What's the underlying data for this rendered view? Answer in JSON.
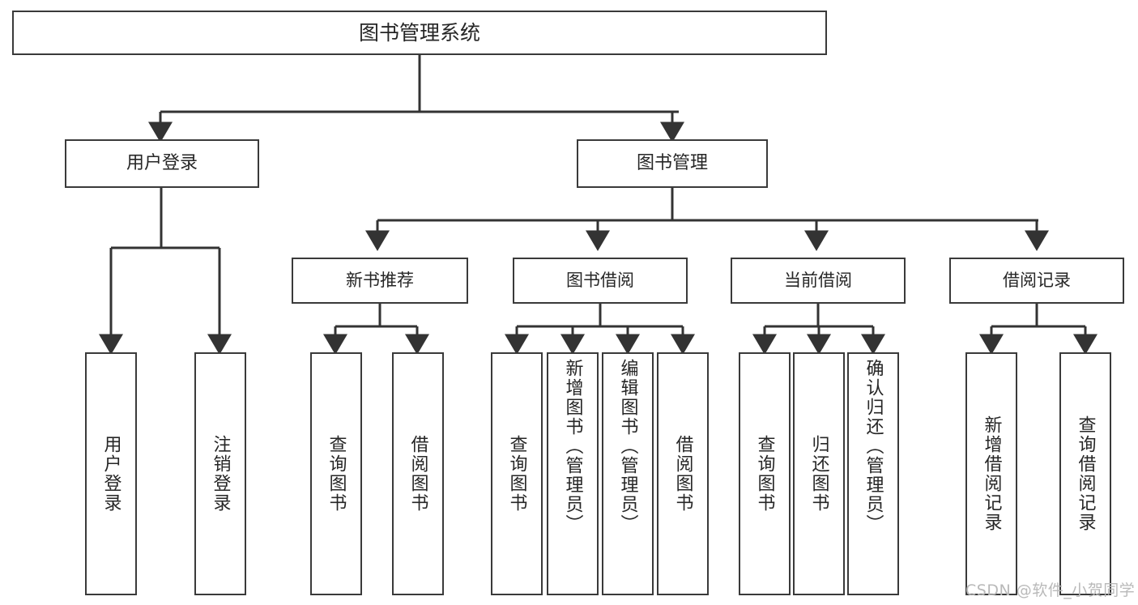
{
  "diagram": {
    "type": "hierarchy-tree",
    "title": "图书管理系统",
    "colors": {
      "background": "#ffffff",
      "box_border": "#3a3a3a",
      "connector": "#333333",
      "text": "#262626",
      "watermark": "#b9b9b9"
    },
    "root": {
      "label": "图书管理系统"
    },
    "level2": [
      {
        "label": "用户登录"
      },
      {
        "label": "图书管理"
      }
    ],
    "level3": [
      {
        "label": "新书推荐"
      },
      {
        "label": "图书借阅"
      },
      {
        "label": "当前借阅"
      },
      {
        "label": "借阅记录"
      }
    ],
    "leaves": {
      "user_login": [
        {
          "label": "用户登录"
        },
        {
          "label": "注销登录"
        }
      ],
      "new_book_recommend": [
        {
          "label": "查询图书"
        },
        {
          "label": "借阅图书"
        }
      ],
      "book_borrow": [
        {
          "label": "查询图书"
        },
        {
          "label": "新增图书（管理员）"
        },
        {
          "label": "编辑图书（管理员）"
        },
        {
          "label": "借阅图书"
        }
      ],
      "current_borrow": [
        {
          "label": "查询图书"
        },
        {
          "label": "归还图书"
        },
        {
          "label": "确认归还（管理员）"
        }
      ],
      "borrow_record": [
        {
          "label": "新增借阅记录"
        },
        {
          "label": "查询借阅记录"
        }
      ]
    },
    "watermark": "CSDN @软件_小贺同学"
  }
}
